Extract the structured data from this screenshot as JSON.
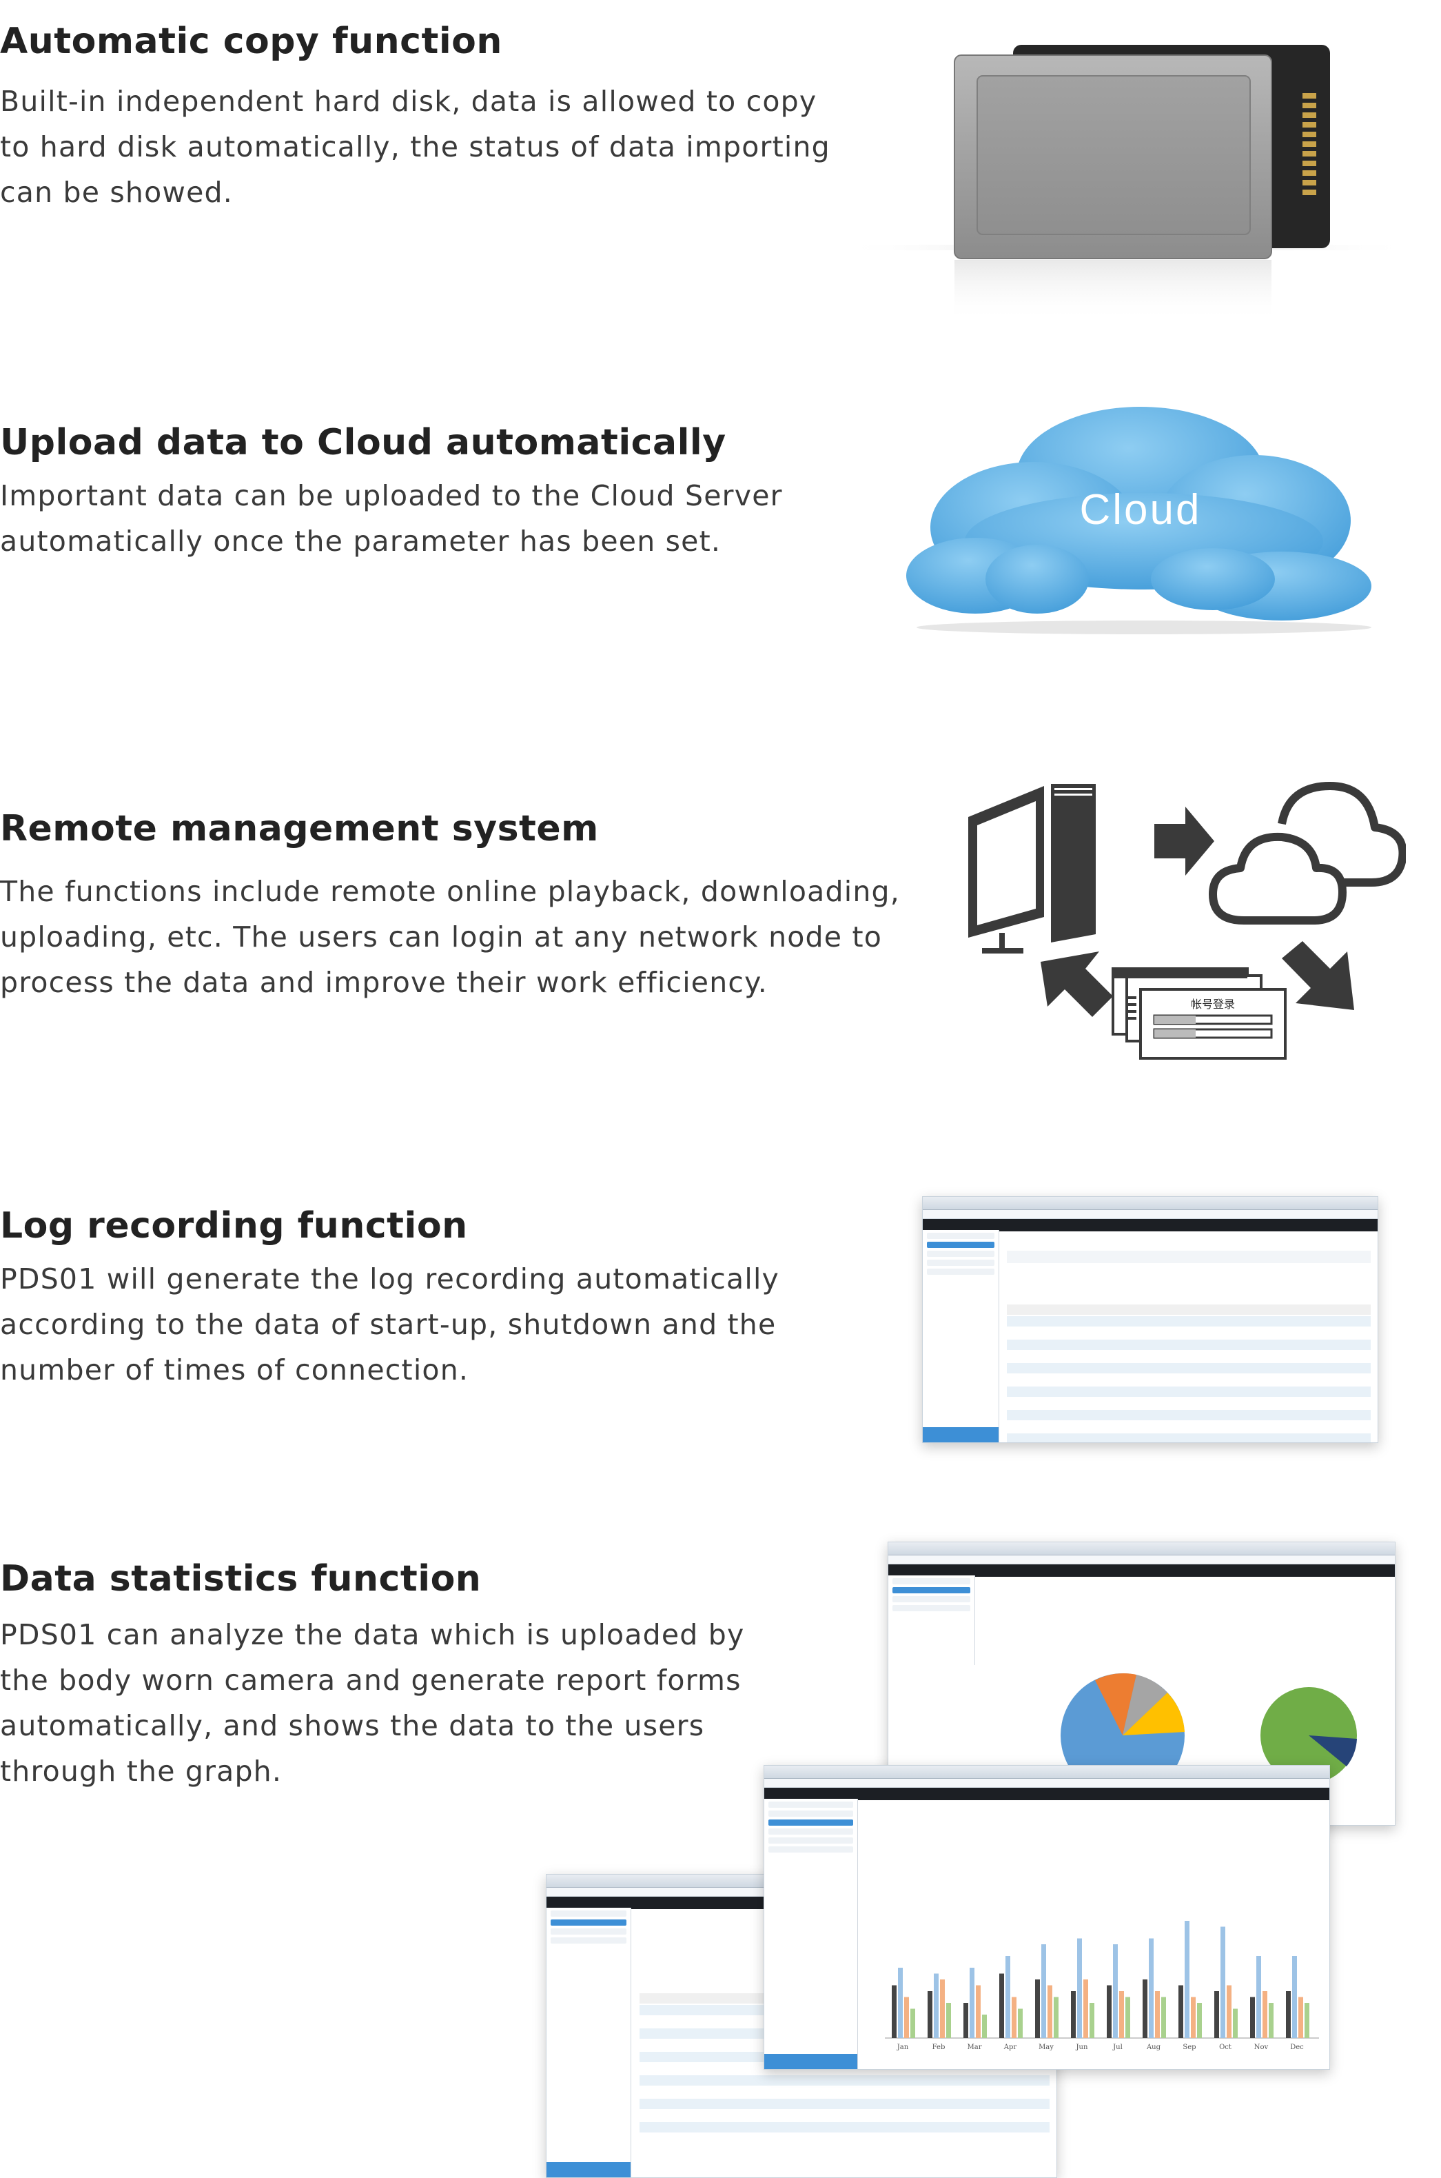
{
  "features": [
    {
      "title": "Automatic copy function",
      "lines": [
        "Built-in independent hard disk, data is allowed to copy",
        "to hard disk automatically, the status of data importing",
        "can be showed."
      ],
      "icon": "hard-disk-icon"
    },
    {
      "title": "Upload data to Cloud automatically",
      "lines": [
        "Important data can be uploaded to the Cloud Server",
        "automatically once the parameter has been set."
      ],
      "icon": "cloud-icon",
      "cloud_label": "Cloud"
    },
    {
      "title": "Remote management system",
      "lines": [
        "The functions include remote online playback, downloading,",
        "uploading, etc. The users can login at any network node to",
        "process the data and improve their work efficiency."
      ],
      "icon": "remote-management-icon",
      "login_label": "帐号登录"
    },
    {
      "title": "Log recording function",
      "lines": [
        "PDS01 will generate the log recording automatically",
        "according to the data of start-up, shutdown and the",
        "number of times of connection."
      ],
      "icon": "log-screenshot"
    },
    {
      "title": "Data statistics function",
      "lines": [
        "PDS01 can analyze the data which is uploaded by",
        "the body worn camera and generate report forms",
        "automatically, and shows the data to the users",
        "through the graph."
      ],
      "icon": "statistics-screenshot",
      "months": [
        "Jan",
        "Feb",
        "Mar",
        "Apr",
        "May",
        "Jun",
        "Jul",
        "Aug",
        "Sep",
        "Oct",
        "Nov",
        "Dec"
      ]
    }
  ],
  "colors": {
    "heading": "#222222",
    "body": "#3a3a3a",
    "cloud": "#4fa6de",
    "icon_dark": "#3a3a3a",
    "accent_blue": "#3d8fd6"
  }
}
